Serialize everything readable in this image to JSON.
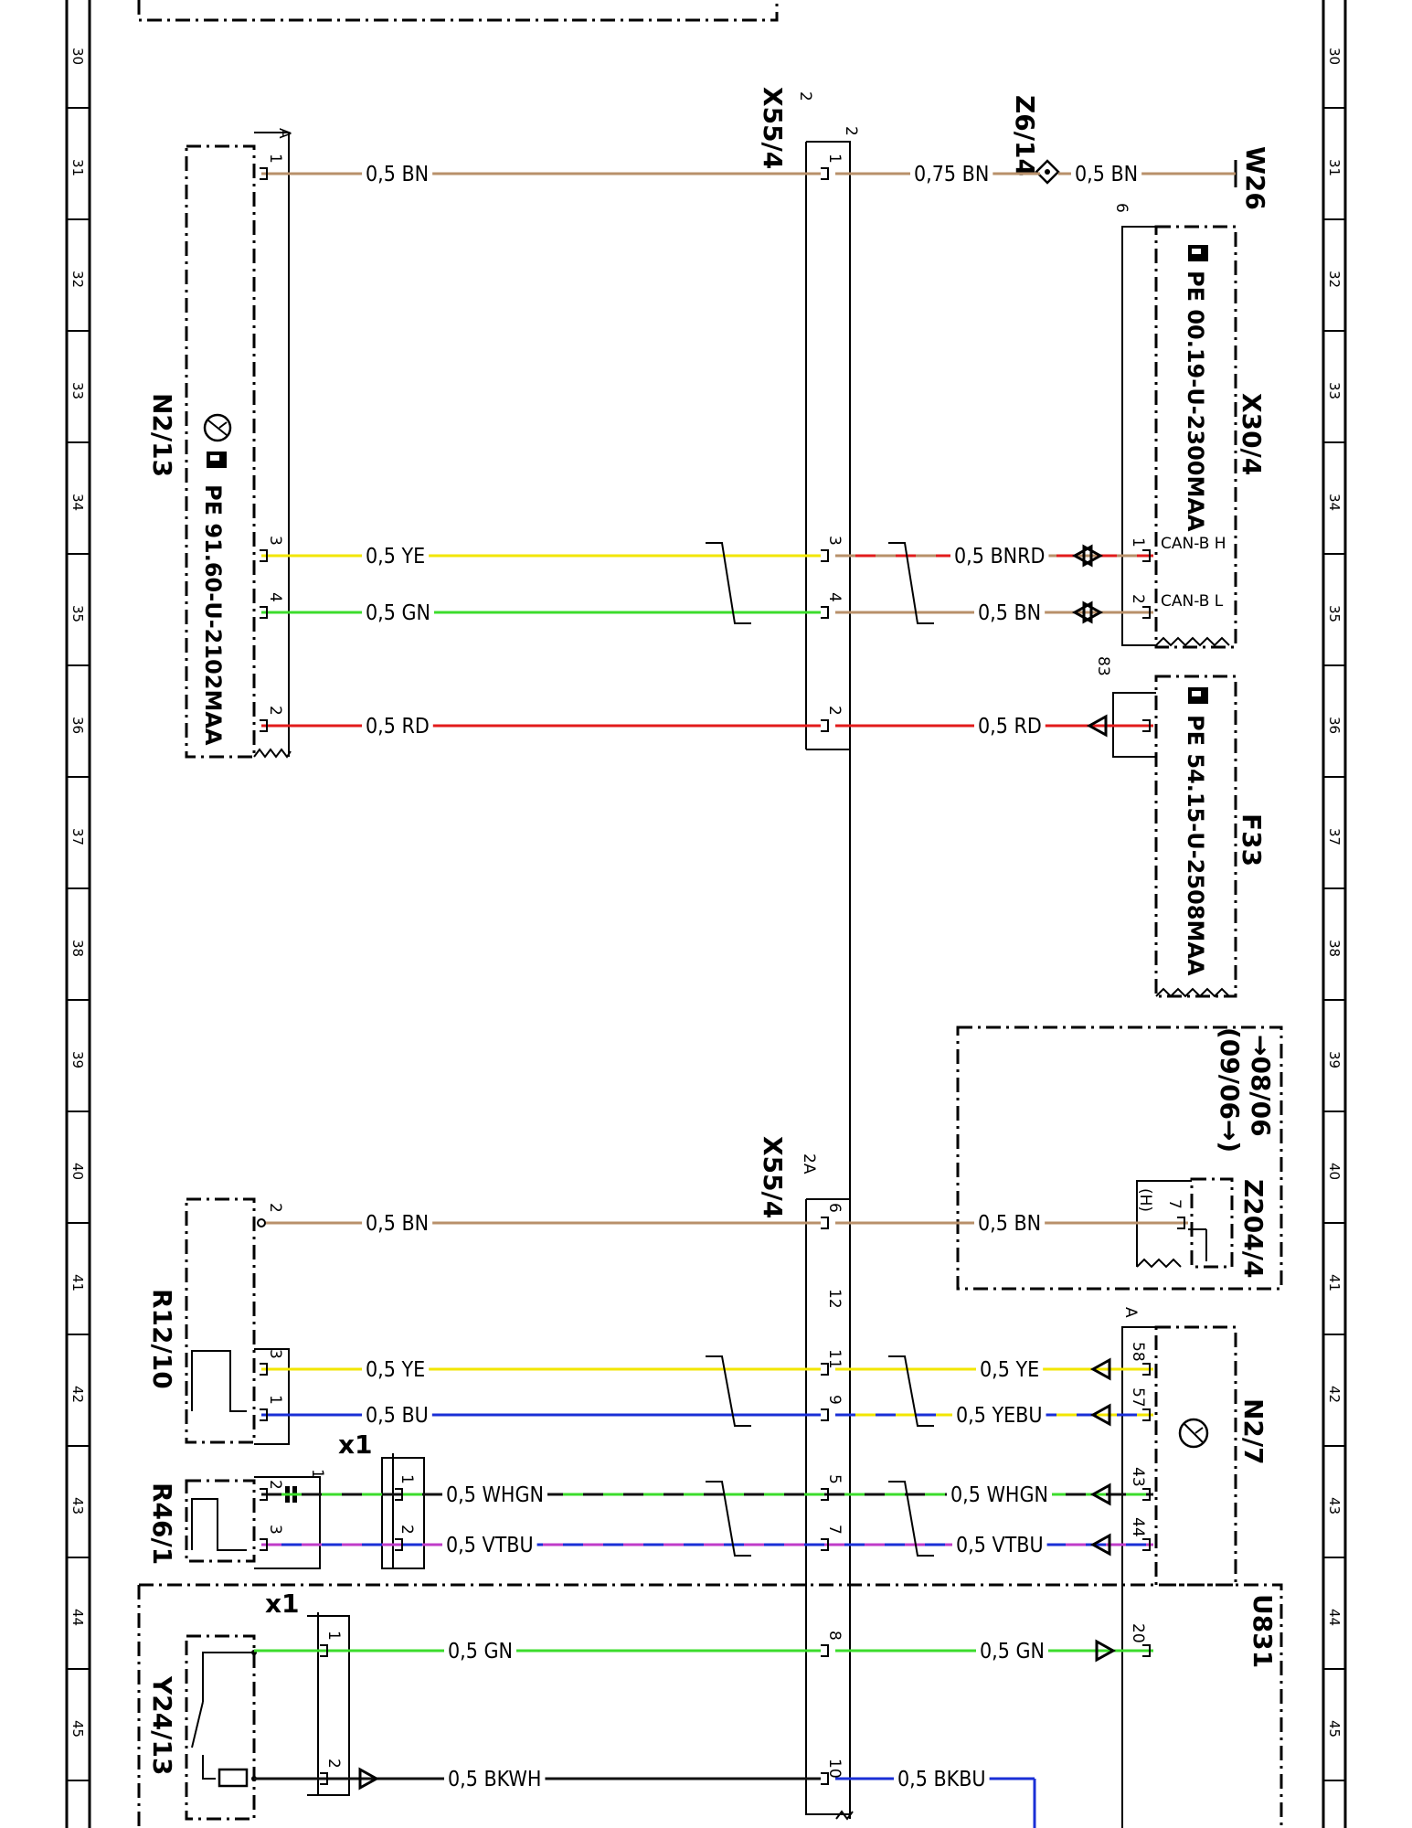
{
  "colors": {
    "BN": "#b8906a",
    "YE": "#f2e600",
    "GN": "#3cdc2c",
    "RD": "#e21b1b",
    "BU": "#1a2fd6",
    "BK": "#111111",
    "WH": "#ffffff",
    "VT": "#c03cc8"
  },
  "ruler_ticks": [
    "30",
    "31",
    "32",
    "33",
    "34",
    "35",
    "36",
    "37",
    "38",
    "39",
    "40",
    "41",
    "42",
    "43",
    "44",
    "45"
  ],
  "components": {
    "N2_13": {
      "name": "N2/13",
      "ref": "PE 91.60-U-2102MAA",
      "pin_group": "A"
    },
    "X55_4_top": {
      "name": "X55/4",
      "group": "2"
    },
    "X55_4_bottom": {
      "name": "X55/4",
      "group": "2A"
    },
    "Z6_14": {
      "name": "Z6/14"
    },
    "W26": {
      "name": "W26"
    },
    "X30_4": {
      "name": "X30/4",
      "ref": "PE 00.19-U-2300MAA",
      "group": "6",
      "pin1": "CAN-B H",
      "pin2": "CAN-B L"
    },
    "F33": {
      "name": "F33",
      "ref": "PE 54.15-U-2508MAA",
      "group": "83"
    },
    "Z204_4": {
      "name": "Z204/4",
      "note1": "→08/06",
      "note2": "(09/06→)",
      "h_label": "(H)"
    },
    "R12_10": {
      "name": "R12/10"
    },
    "R46_1": {
      "name": "R46/1"
    },
    "N2_7": {
      "name": "N2/7",
      "pin_group": "A"
    },
    "U831": {
      "name": "U831"
    },
    "Y24_13": {
      "name": "Y24/13"
    },
    "x1_a": {
      "name": "x1"
    },
    "x1_b": {
      "name": "x1"
    }
  },
  "wires": [
    {
      "label": "0,5 BN",
      "side": "left",
      "row": "31"
    },
    {
      "label": "0,75 BN",
      "side": "mid",
      "row": "31"
    },
    {
      "label": "0,5 BN",
      "side": "right",
      "row": "31"
    },
    {
      "label": "0,5 YE",
      "side": "left",
      "row": "34"
    },
    {
      "label": "0,5 BNRD",
      "side": "right",
      "row": "34"
    },
    {
      "label": "0,5 GN",
      "side": "left",
      "row": "35"
    },
    {
      "label": "0,5 BN",
      "side": "right",
      "row": "35"
    },
    {
      "label": "0,5 RD",
      "side": "left",
      "row": "36"
    },
    {
      "label": "0,5 RD",
      "side": "right",
      "row": "36"
    },
    {
      "label": "0,5 BN",
      "side": "left",
      "row": "40"
    },
    {
      "label": "0,5 BN",
      "side": "right",
      "row": "40"
    },
    {
      "label": "0,5 YE",
      "side": "left",
      "row": "42a"
    },
    {
      "label": "0,5 YE",
      "side": "right",
      "row": "42a"
    },
    {
      "label": "0,5 BU",
      "side": "left",
      "row": "42b"
    },
    {
      "label": "0,5 YEBU",
      "side": "right",
      "row": "42b"
    },
    {
      "label": "0,5 WHGN",
      "side": "left",
      "row": "43a"
    },
    {
      "label": "0,5 WHGN",
      "side": "right",
      "row": "43a"
    },
    {
      "label": "0,5 VTBU",
      "side": "left",
      "row": "43b"
    },
    {
      "label": "0,5 VTBU",
      "side": "right",
      "row": "43b"
    },
    {
      "label": "0,5 GN",
      "side": "left",
      "row": "44"
    },
    {
      "label": "0,5 GN",
      "side": "right",
      "row": "44"
    },
    {
      "label": "0,5 BKWH",
      "side": "left",
      "row": "45"
    },
    {
      "label": "0,5 BKBU",
      "side": "right",
      "row": "45"
    }
  ],
  "pins": {
    "n2_13": [
      "1",
      "3",
      "4",
      "2"
    ],
    "x55_top": [
      "1",
      "3",
      "4",
      "2"
    ],
    "x30": [
      "1",
      "2"
    ],
    "x55_bottom": [
      "6",
      "12",
      "11",
      "9",
      "5",
      "7",
      "8",
      "10"
    ],
    "r12": [
      "2",
      "3",
      "1"
    ],
    "r46": [
      "2",
      "3",
      "1"
    ],
    "x1a": [
      "1",
      "2"
    ],
    "x1b": [
      "1",
      "2"
    ],
    "n2_7": [
      "58",
      "57",
      "43",
      "44",
      "20"
    ],
    "z204": [
      "7"
    ],
    "top_extra": [
      "2"
    ]
  }
}
